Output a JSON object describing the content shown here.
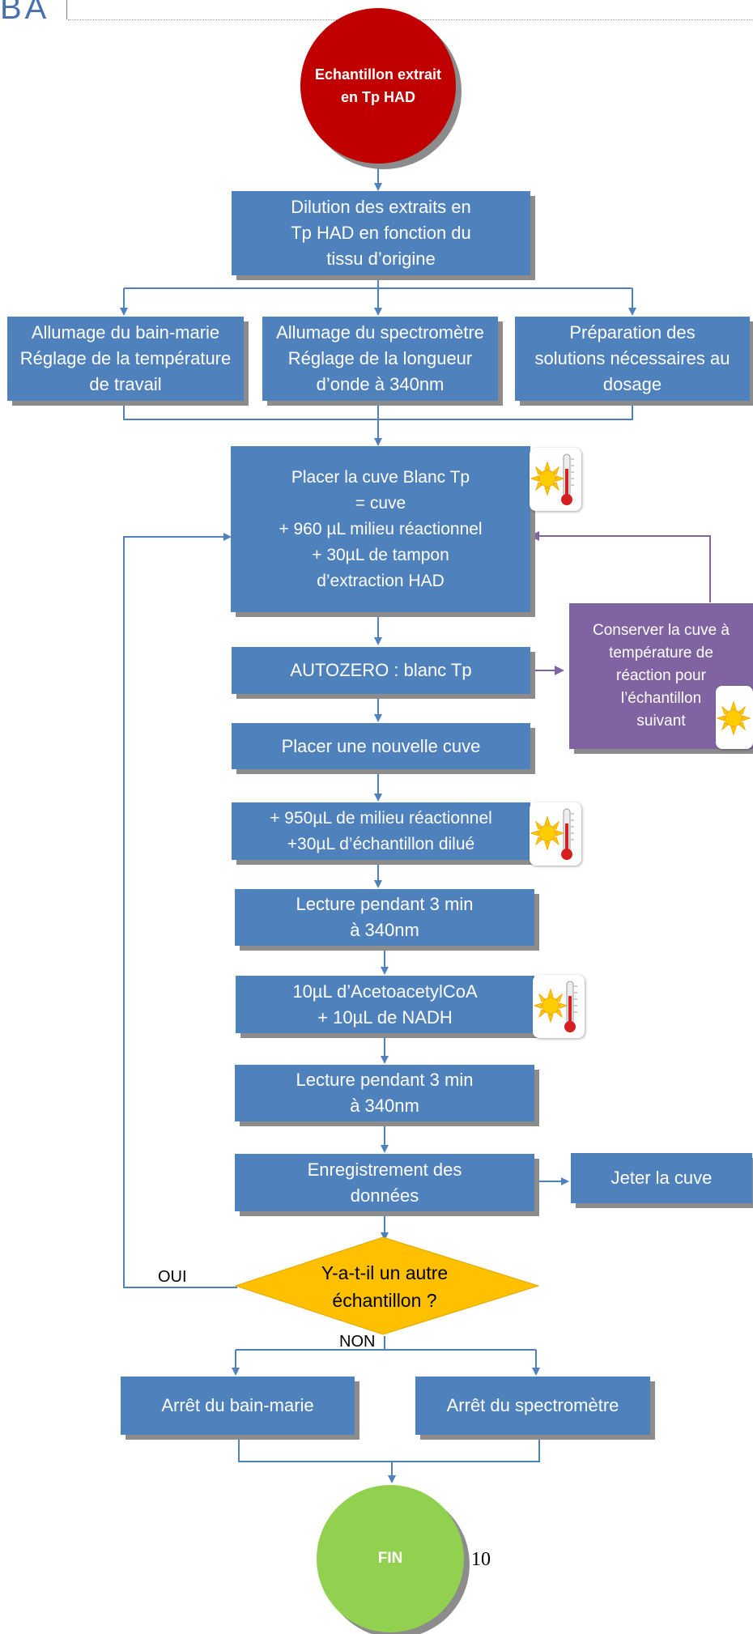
{
  "header": {
    "logo_text": "BA"
  },
  "page_number": "10",
  "flowchart": {
    "start": "Echantillon extrait\nen Tp HAD",
    "dilution": "Dilution des extraits en\nTp HAD en fonction du\ntissu d’origine",
    "bain_marie_on": "Allumage du bain-marie\nRéglage de la température\nde travail",
    "spectro_on": "Allumage du spectromètre\nRéglage de la longueur\nd’onde à 340nm",
    "preparation": "Préparation des\nsolutions nécessaires au\ndosage",
    "blanc_tp": "Placer la cuve Blanc Tp\n= cuve\n+ 960 µL milieu réactionnel\n+ 30µL de tampon\nd’extraction HAD",
    "autozero": "AUTOZERO : blanc Tp",
    "conserver": "Conserver la cuve à\ntempérature de\nréaction pour\nl’échantillon\nsuivant",
    "nouvelle_cuve": "Placer une nouvelle cuve",
    "echantillon": "+ 950µL de milieu réactionnel\n+30µL d’échantillon dilué",
    "lecture_1": "Lecture pendant 3 min\nà 340nm",
    "acetoacetyl": "10µL d’AcetoacetylCoA\n+ 10µL de NADH",
    "lecture_2": "Lecture pendant 3 min\nà 340nm",
    "enregistrement": "Enregistrement des\ndonnées",
    "jeter": "Jeter la cuve",
    "decision": "Y-a-t-il un autre\néchantillon ?",
    "oui": "OUI",
    "non": "NON",
    "arret_bain": "Arrêt du bain-marie",
    "arret_spectro": "Arrêt du spectromètre",
    "end": "FIN"
  },
  "colors": {
    "process": "#4f81bd",
    "start": "#c00000",
    "end": "#92d050",
    "decision": "#ffc000",
    "side_note": "#8064a2",
    "connector": "#4f81bd",
    "feedback_arrow": "#8064a2"
  },
  "icons": {
    "thermometer": "thermometer-sun-icon"
  }
}
